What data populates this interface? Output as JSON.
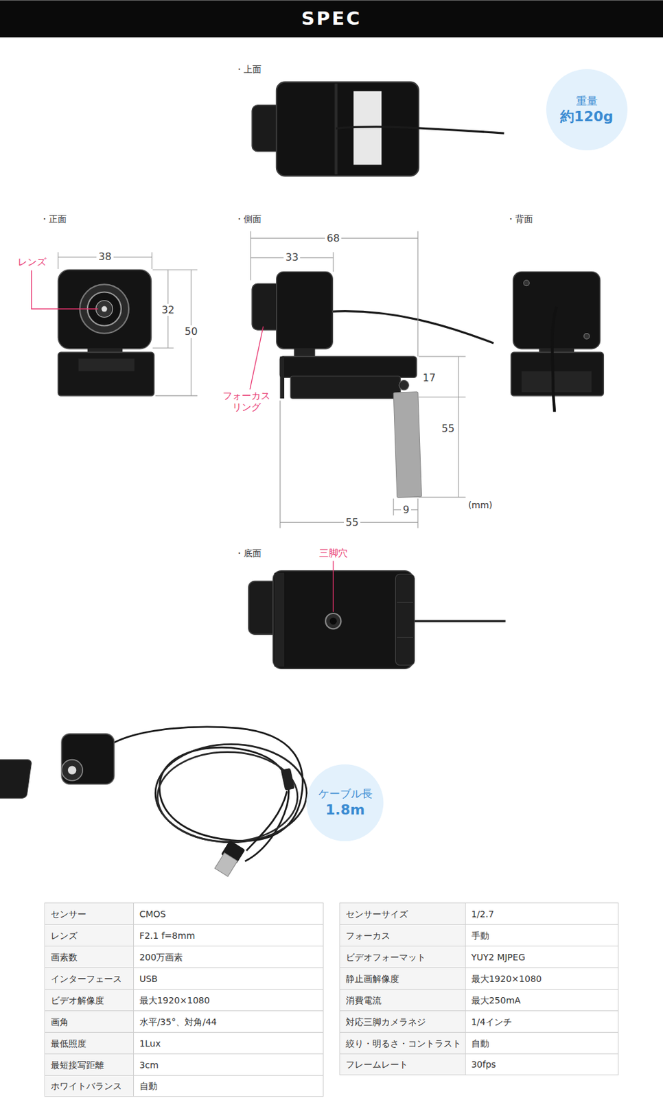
{
  "diagram": {
    "title": "SPEC",
    "nodes": [
      {
        "text": [
          "重量",
          "約120g"
        ]
      },
      {
        "text": [
          "ケーブル長",
          "1.8m"
        ]
      }
    ],
    "labels": [
      "・上面",
      "・正面",
      "・側面",
      "・背面",
      "レンズ",
      "38",
      "32",
      "50",
      "68",
      "33",
      "17",
      "55",
      "9",
      "(mm)",
      "55",
      "フォーカス リング",
      "・底面",
      "三脚穴",
      "センサー",
      "CMOS",
      "レンズ",
      "F2.1 f=8mm",
      "画素数",
      "200万画素",
      "インターフェース",
      "USB",
      "ビデオ解像度",
      "最大1920×1080",
      "画角",
      "水平/35°、対角/44",
      "最低照度",
      "1Lux",
      "最短接写距離",
      "3cm",
      "ホワイトバランス",
      "自動",
      "センサーサイズ",
      "1/2.7",
      "フォーカス",
      "手動",
      "ビデオフォーマット",
      "YUY2 MJPEG",
      "静止画解像度",
      "最大1920×1080",
      "消費電流",
      "最大250mA",
      "対応三脚カメラネジ",
      "1/4インチ",
      "絞り・明るさ・コントラスト",
      "自動",
      "フレームレート",
      "30fps"
    ]
  }
}
